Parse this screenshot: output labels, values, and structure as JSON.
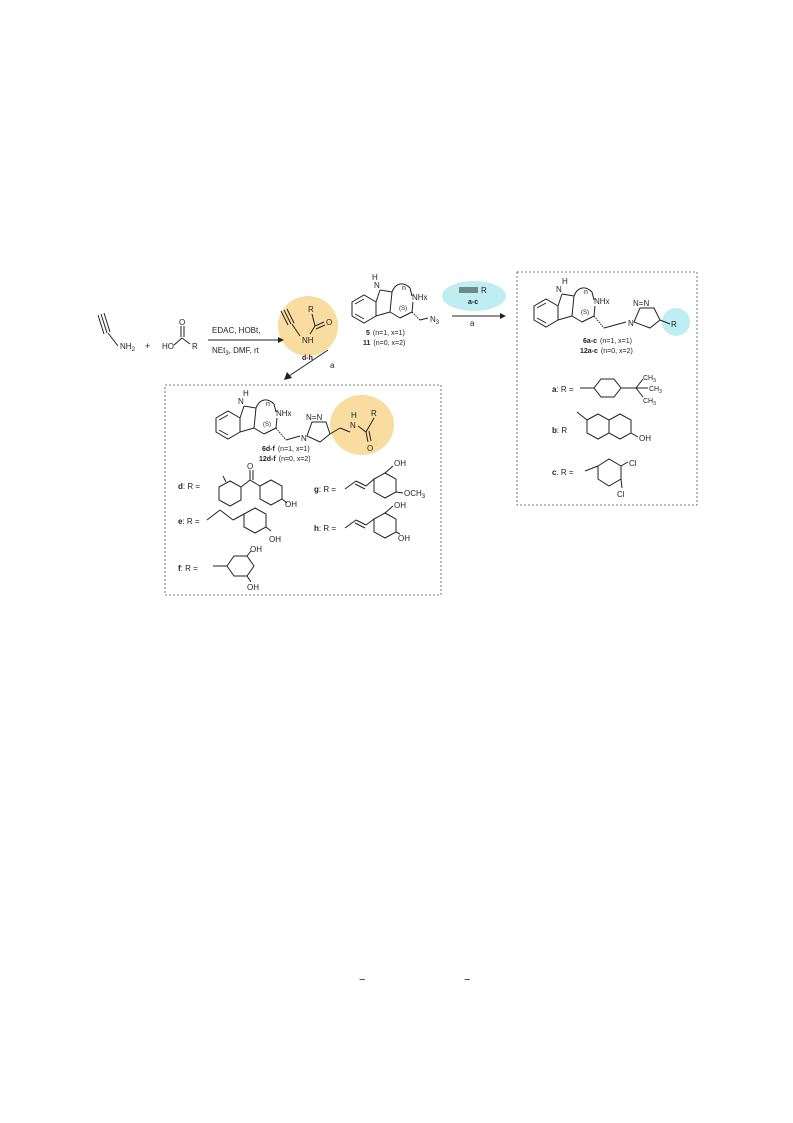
{
  "reagents": {
    "amine": "NH",
    "amine_sub": "2",
    "plus": "+",
    "acid_o": "O",
    "acid_ho": "HO",
    "acid_r": "R",
    "cond1": "EDAC, HOBt,",
    "cond2_pre": "NEt",
    "cond2_sub": "3",
    "cond2_post": ", DMF, rt"
  },
  "amide_reagent": {
    "o": "O",
    "r": "R",
    "nh": "NH",
    "label": "d-h"
  },
  "azide": {
    "h": "H",
    "n_ring": "N",
    "n": "n",
    "nhx": "NHx",
    "s": "(S)",
    "n3": "N",
    "n3_sub": "3",
    "label_5_num": "5",
    "label_5_rest": "(n=1, x=1)",
    "label_11_num": "11",
    "label_11_rest": "(n=0, x=2)"
  },
  "alkyne_reagent": {
    "r": "R",
    "label": "a-c"
  },
  "arrow_a": "a",
  "series_ac": {
    "h": "H",
    "n_ring": "N",
    "n": "n",
    "nhx": "NHx",
    "s": "(S)",
    "triazole_n": "N",
    "triazole_nn": "N=N",
    "r": "R",
    "label1_num": "6a-c",
    "label1_rest": "(n=1, x=1)",
    "label2_num": "12a-c",
    "label2_rest": "(n=0, x=2)",
    "a_key": "a",
    "a_eq": ": R =",
    "ch3_1": "CH",
    "ch3_1_sub": "3",
    "ch3_2": "CH",
    "ch3_2_sub": "3",
    "ch3_3": "CH",
    "ch3_3_sub": "3",
    "b_key": "b",
    "b_eq": ": R",
    "b_oh": "OH",
    "c_key": "c",
    "c_eq": ". R =",
    "c_cl1": "Cl",
    "c_cl2": "Cl"
  },
  "series_dh": {
    "h": "H",
    "n_ring": "N",
    "n": "n",
    "nhx": "NHx",
    "s": "(S)",
    "triazole_n": "N",
    "triazole_nn": "N=N",
    "nh": "H",
    "n_amide": "N",
    "o": "O",
    "r": "R",
    "label1_num": "6d-f",
    "label1_rest": "(n=1, x=1)",
    "label2_num": "12d-f",
    "label2_rest": "(n=0, x=2)",
    "d_key": "d",
    "d_eq": ": R =",
    "d_o": "O",
    "d_oh": "OH",
    "e_key": "e",
    "e_eq": ": R =",
    "e_oh": "OH",
    "f_key": "f",
    "f_eq": ": R =",
    "f_oh1": "OH",
    "f_oh2": "OH",
    "g_key": "g",
    "g_eq": ": R =",
    "g_oh": "OH",
    "g_och3": "OCH",
    "g_och3_sub": "3",
    "h_key": "h",
    "h_eq": ": R =",
    "h_oh1": "OH",
    "h_oh2": "OH"
  },
  "footer_marks": [
    "−",
    "−"
  ],
  "colors": {
    "amide_highlight": "#f8dca0",
    "alkyne_highlight": "#bfeef2"
  }
}
